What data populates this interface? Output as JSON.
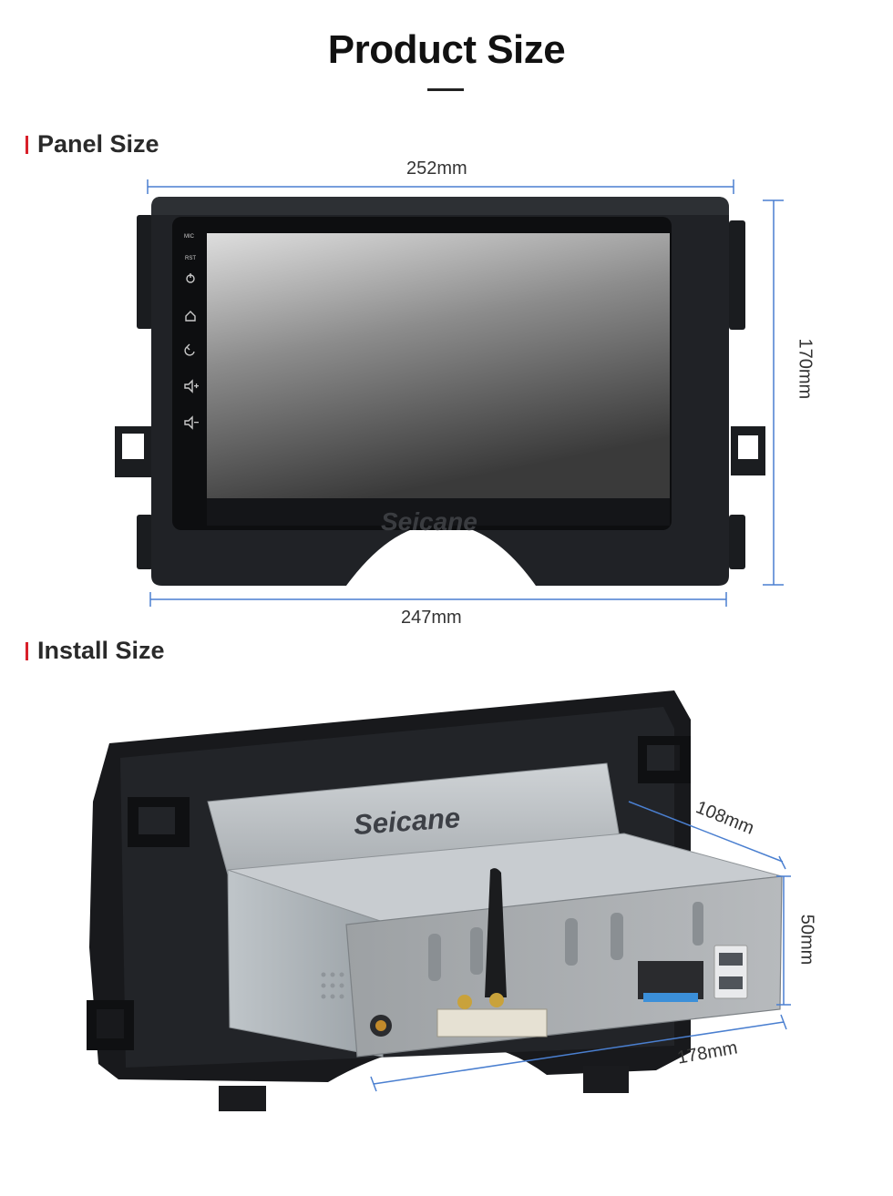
{
  "page": {
    "title": "Product Size"
  },
  "panel_section": {
    "heading": "Panel Size",
    "dim_top": "252mm",
    "dim_bottom": "247mm",
    "dim_right": "170mm",
    "side_buttons": [
      "MIC",
      "RST"
    ],
    "brand_watermark": "Seicane"
  },
  "install_section": {
    "heading": "Install Size",
    "dim_depth": "108mm",
    "dim_height": "50mm",
    "dim_width": "178mm",
    "brand_label": "Seicane"
  },
  "colors": {
    "accent": "#d8202a",
    "dimension_line": "#4a7fd0"
  }
}
